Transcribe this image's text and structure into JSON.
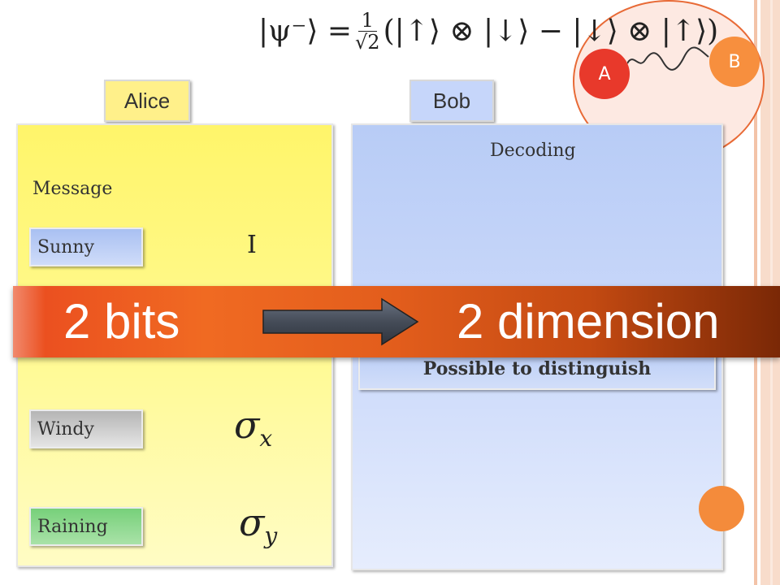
{
  "equation": {
    "lhs": "|ψ⁻⟩ =",
    "frac_num": "1",
    "frac_den": "√2",
    "rhs": "(|↑⟩ ⊗ |↓⟩ − |↓⟩ ⊗ |↑⟩)"
  },
  "particles": {
    "a": "A",
    "b": "B"
  },
  "alice": {
    "name": "Alice",
    "message_label": "Message",
    "options": [
      "Sunny",
      "Windy",
      "Raining"
    ],
    "operators": {
      "identity": "I",
      "sigma_x_sym": "σ",
      "sigma_x_sub": "x",
      "sigma_y_sym": "σ",
      "sigma_y_sub": "y"
    }
  },
  "bob": {
    "name": "Bob",
    "decoding_label": "Decoding",
    "result": "Possible to distinguish"
  },
  "banner": {
    "left_text": "2 bits",
    "right_text": "2 dimension"
  },
  "colors": {
    "alice_panel": "#fff56a",
    "bob_panel": "#b8ccf6",
    "banner_start": "#ea4b1f",
    "banner_end": "#7a2806",
    "node_a": "#e8392b",
    "node_b": "#f78f3e"
  }
}
